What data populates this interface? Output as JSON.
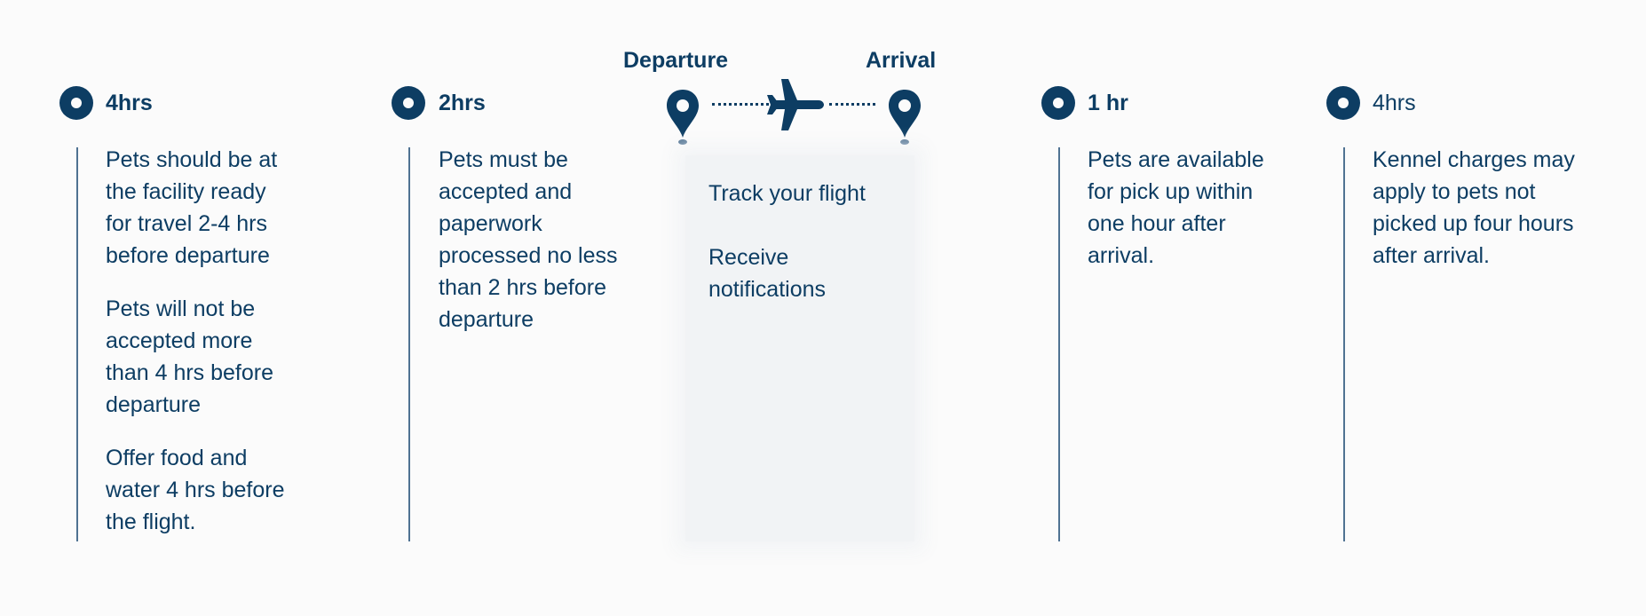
{
  "steps": [
    {
      "title": "4hrs",
      "notes": [
        "Pets should be at the facility ready for travel 2-4 hrs before departure",
        "Pets will not be accepted more than 4 hrs before departure",
        "Offer food and water 4 hrs before the flight."
      ]
    },
    {
      "title": "2hrs",
      "notes": [
        "Pets must be accepted and paperwork processed no less than 2 hrs before departure"
      ]
    },
    {
      "title": "1 hr",
      "notes": [
        "Pets are available for pick up within one hour after arrival."
      ]
    },
    {
      "title": "4hrs",
      "notes": [
        "Kennel charges may apply to pets not picked up four hours after arrival."
      ]
    }
  ],
  "flight": {
    "departure_label": "Departure",
    "arrival_label": "Arrival",
    "card_items": [
      "Track your flight",
      "Receive notifications"
    ]
  },
  "icons": {
    "step_marker": "circle-marker-icon",
    "departure": "map-pin-icon",
    "arrival": "map-pin-icon",
    "plane": "airplane-icon"
  },
  "colors": {
    "primary": "#0d3d63",
    "line": "#4f7292",
    "background": "#fbfbfb",
    "card": "#f1f3f5"
  }
}
